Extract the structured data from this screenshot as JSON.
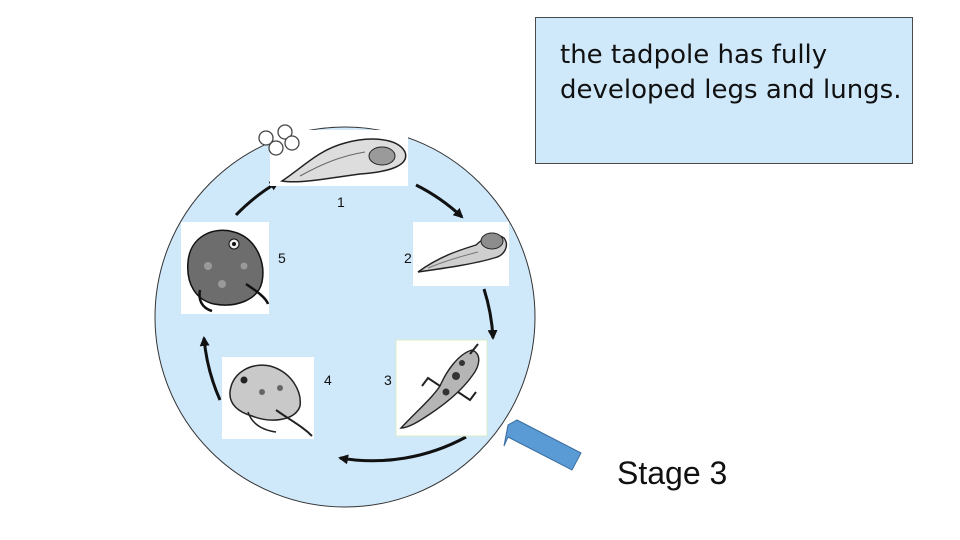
{
  "callout": {
    "text": "the tadpole has fully developed legs and lungs."
  },
  "highlight": {
    "label": "Stage 3"
  },
  "stages": [
    {
      "number": "1",
      "icon": "frog-eggs-and-embryo-icon"
    },
    {
      "number": "2",
      "icon": "tadpole-icon"
    },
    {
      "number": "3",
      "icon": "tadpole-with-legs-icon"
    },
    {
      "number": "4",
      "icon": "froglet-icon"
    },
    {
      "number": "5",
      "icon": "adult-frog-icon"
    }
  ],
  "colors": {
    "circle_fill": "#cfe9fb",
    "callout_fill": "#cfe9fb",
    "pointer_arrow": "#5b9bd5"
  }
}
